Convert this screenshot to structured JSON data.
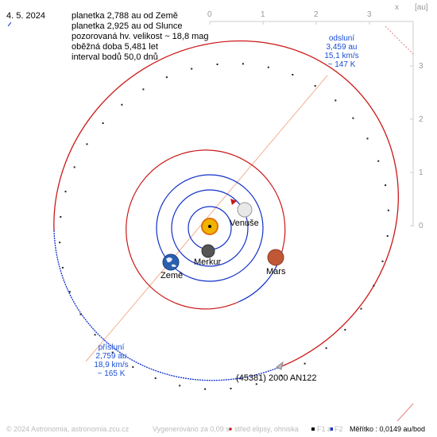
{
  "date": "4. 5. 2024",
  "info": {
    "line1": "planetka 2,788 au od Země",
    "line2": "planetka 2,925 au od Slunce",
    "line3": "pozorovaná hv. velikost ~ 18,8 mag",
    "line4": "oběžná doba 5,481 let",
    "line5": "interval bodů 50,0 dnů"
  },
  "axis": {
    "top_ticks": [
      "0",
      "1",
      "2",
      "3"
    ],
    "right_ticks": [
      "3",
      "2",
      "1",
      "0"
    ],
    "x_label": "x",
    "unit_label": "[au]"
  },
  "aphelion": {
    "title": "odsluní",
    "dist": "3,459 au",
    "speed": "15,1 km/s",
    "temp": "~ 147 K"
  },
  "perihelion": {
    "title": "přísluní",
    "dist": "2,759 au",
    "speed": "18,9 km/s",
    "temp": "~ 165 K"
  },
  "bodies": {
    "venus": "Venuše",
    "mercury": "Merkur",
    "earth": "Země",
    "mars": "Mars",
    "asteroid": "(45381) 2000 AN122"
  },
  "footer": {
    "copyright": "© 2024 Astronomia, astronomia.zcu.cz",
    "generated": "Vygenerováno za 0,09 s",
    "legend_center": "střed elipsy, ohniska",
    "legend_f1": "F1 a",
    "legend_f2": "F2",
    "scale": "Měřítko : 0,0149 au/bod"
  },
  "colors": {
    "planet_orbit": "#1030c8",
    "asteroid_orbit_near": "#cc1818",
    "asteroid_orbit_far": "#1030c8",
    "label_blue": "#1a4fd6"
  }
}
